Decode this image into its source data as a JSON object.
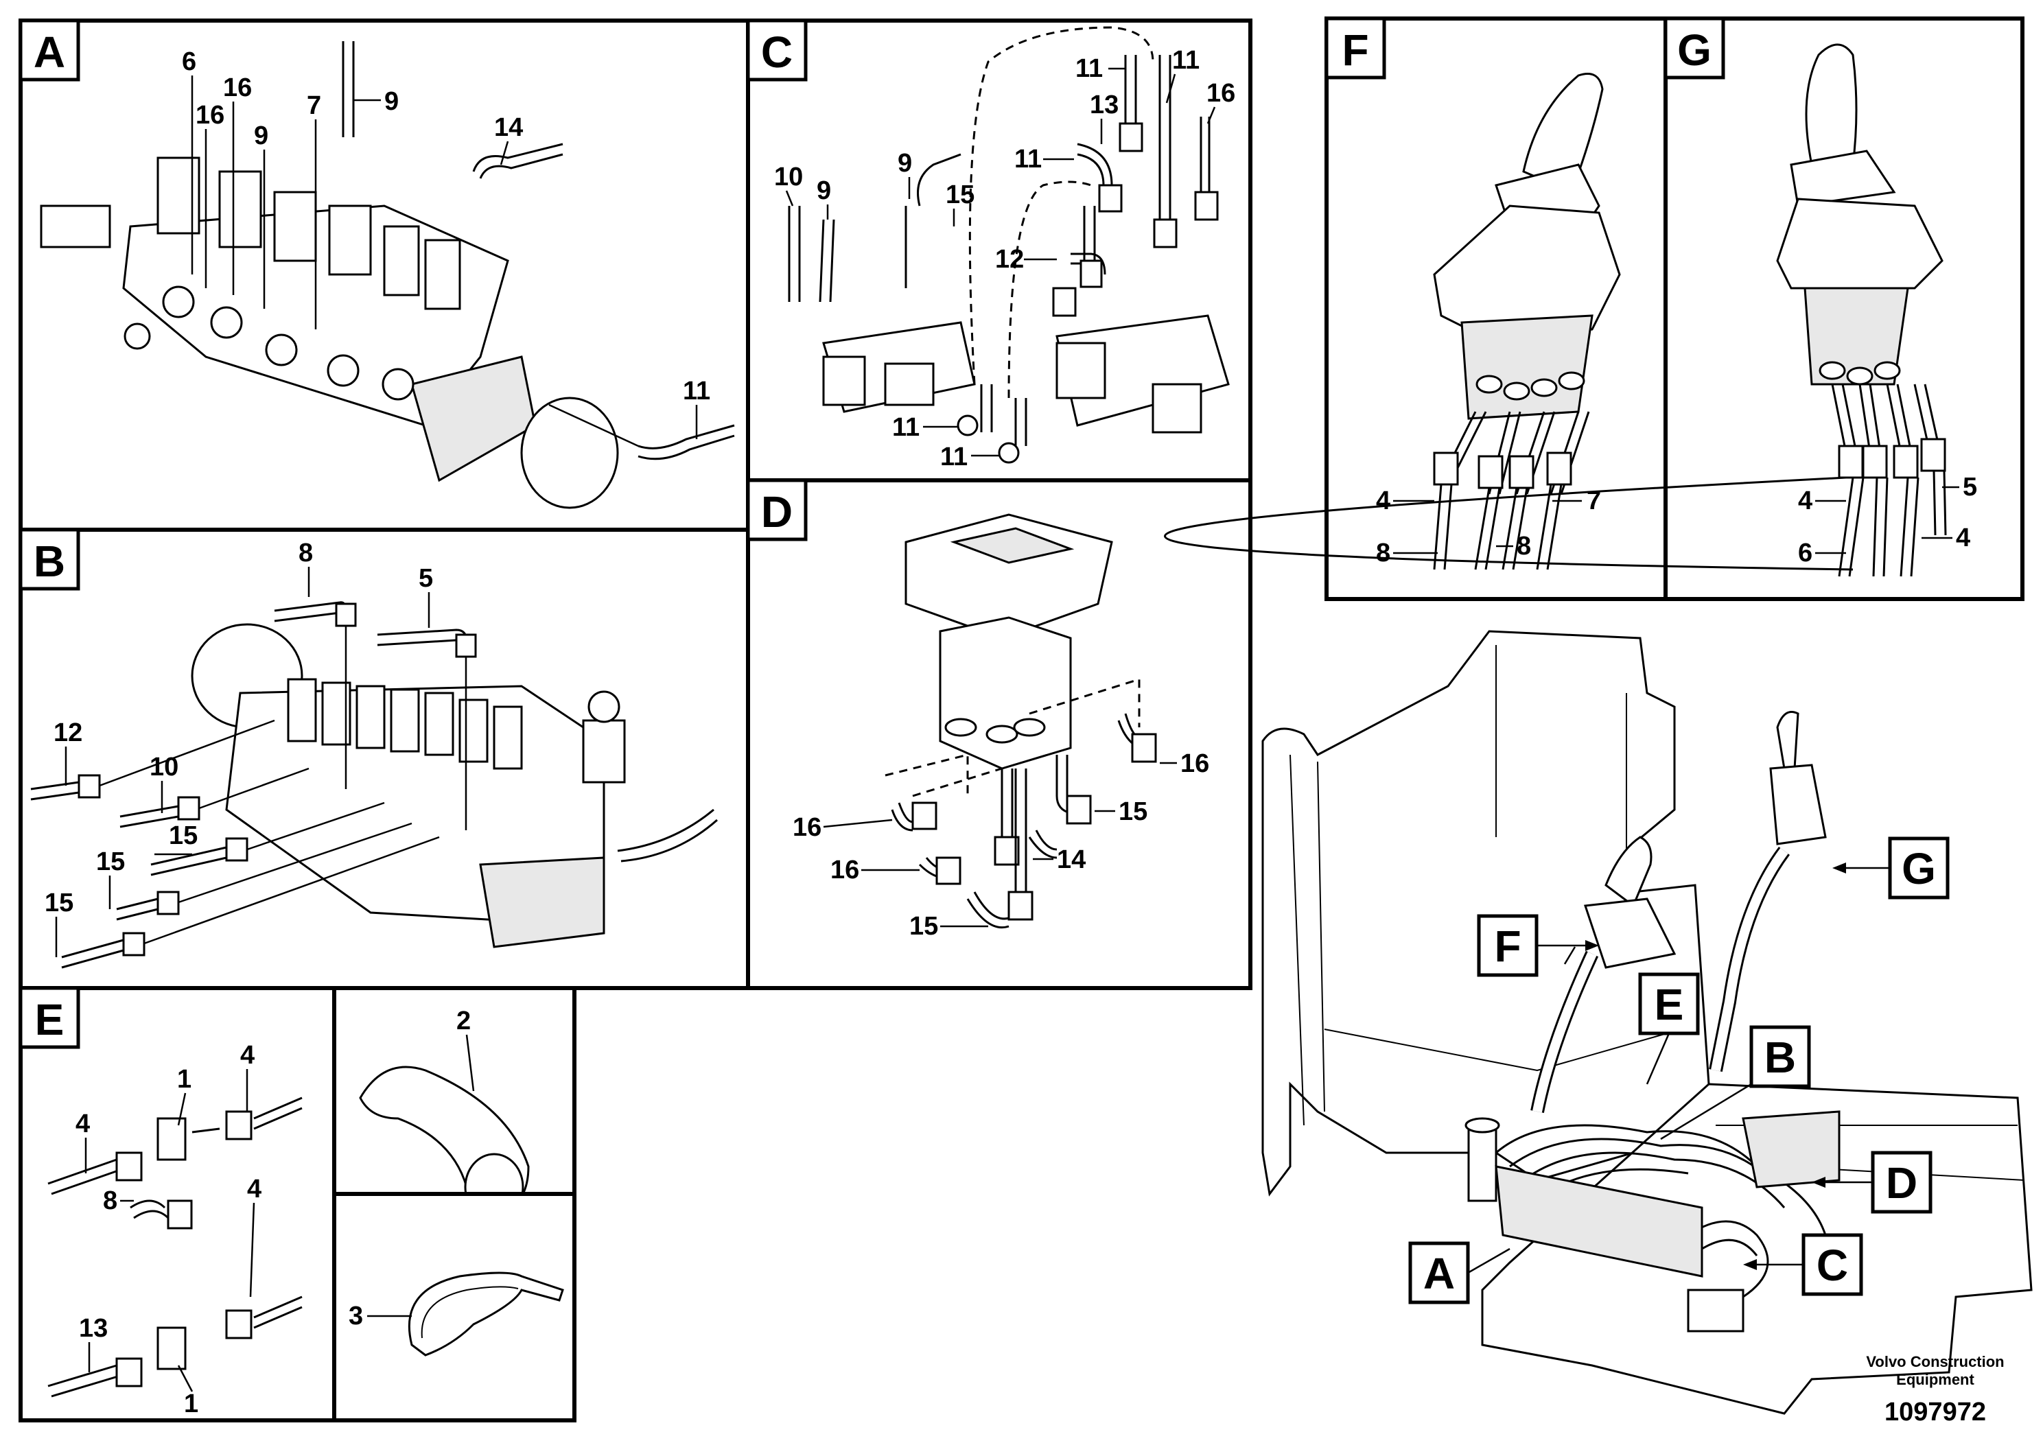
{
  "panels": {
    "A": {
      "tag": "A",
      "callouts": [
        "6",
        "16",
        "16",
        "9",
        "7",
        "9",
        "14",
        "11"
      ]
    },
    "B": {
      "tag": "B",
      "callouts": [
        "8",
        "5",
        "12",
        "10",
        "15",
        "15",
        "15"
      ]
    },
    "C": {
      "tag": "C",
      "callouts": [
        "11",
        "11",
        "16",
        "13",
        "10",
        "9",
        "9",
        "15",
        "11",
        "12",
        "11",
        "11"
      ]
    },
    "D": {
      "tag": "D",
      "callouts": [
        "16",
        "16",
        "15",
        "16",
        "14",
        "15"
      ]
    },
    "E": {
      "tag": "E",
      "callouts": [
        "1",
        "4",
        "4",
        "8",
        "4",
        "13",
        "1"
      ]
    },
    "F": {
      "tag": "F",
      "callouts": [
        "4",
        "7",
        "8",
        "8"
      ]
    },
    "G": {
      "tag": "G",
      "callouts": [
        "4",
        "5",
        "6",
        "4"
      ]
    },
    "part2": {
      "callout": "2"
    },
    "part3": {
      "callout": "3"
    }
  },
  "overview": {
    "labels": [
      "F",
      "G",
      "E",
      "B",
      "D",
      "A",
      "C"
    ]
  },
  "footer": {
    "company_line1": "Volvo Construction",
    "company_line2": "Equipment",
    "drawing_number": "1097972"
  }
}
